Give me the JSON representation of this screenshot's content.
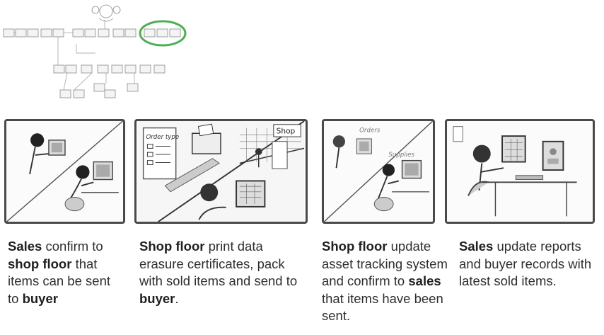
{
  "overview": {
    "highlight_color": "#4caf50"
  },
  "steps": [
    {
      "caption": [
        {
          "text": "Sales",
          "bold": true
        },
        {
          "text": " confirm to ",
          "bold": false
        },
        {
          "text": "shop floor",
          "bold": true
        },
        {
          "text": " that items can be sent to ",
          "bold": false
        },
        {
          "text": "buyer",
          "bold": true
        }
      ]
    },
    {
      "sketch_labels": [
        "Order type",
        "Shop"
      ],
      "caption": [
        {
          "text": "Shop floor",
          "bold": true
        },
        {
          "text": " print data erasure certificates, pack with sold items and send to ",
          "bold": false
        },
        {
          "text": "buyer",
          "bold": true
        },
        {
          "text": ".",
          "bold": false
        }
      ]
    },
    {
      "sketch_labels": [
        "Orders",
        "Supplies"
      ],
      "caption": [
        {
          "text": "Shop floor",
          "bold": true
        },
        {
          "text": " update asset tracking system and confirm to ",
          "bold": false
        },
        {
          "text": "sales",
          "bold": true
        },
        {
          "text": " that items have been sent.",
          "bold": false
        }
      ]
    },
    {
      "caption": [
        {
          "text": "Sales",
          "bold": true
        },
        {
          "text": " update reports and buyer records with latest sold items.",
          "bold": false
        }
      ]
    }
  ]
}
